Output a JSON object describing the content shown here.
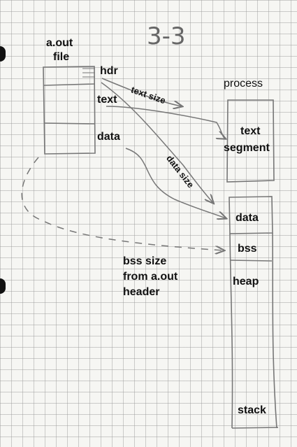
{
  "diagram": {
    "page_number": "3-3",
    "aout": {
      "title_line1": "a.out",
      "title_line2": "file",
      "sections": [
        "hdr",
        "text",
        "data"
      ]
    },
    "edge_labels": {
      "text_size": "text size",
      "data_size": "data size"
    },
    "process": {
      "title": "process",
      "text_segment_line1": "text",
      "text_segment_line2": "segment",
      "regions": [
        "data",
        "bss",
        "heap",
        "stack"
      ]
    },
    "bss_note": {
      "line1": "bss size",
      "line2": "from a.out",
      "line3": "header"
    },
    "colors": {
      "ink": "#111111",
      "pencil": "#777777",
      "grid": "#9a9a9a",
      "paper": "#f6f6f3"
    }
  }
}
